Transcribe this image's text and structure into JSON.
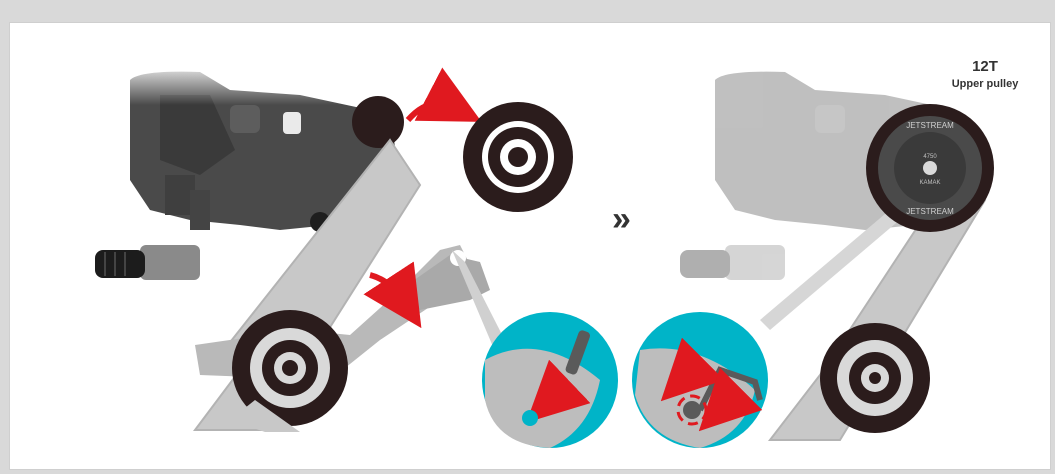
{
  "upper_pulley_label": {
    "size": "12T",
    "name": "Upper pulley"
  },
  "pulley_face_text": {
    "ring_text_top": "JETSTREAM",
    "ring_text_bottom": "JETSTREAM",
    "inner_text_top": "4750",
    "inner_text_bottom": "KAMAK"
  },
  "step_arrow": "»",
  "colors": {
    "background": "#d9d9d9",
    "panel": "#ffffff",
    "derailleur_body": "#4a4a4a",
    "cage_plate": "#c8c8c8",
    "pulley_dark": "#2b1c1c",
    "arrow_red": "#e0191f",
    "detail_cyan": "#00b4c8"
  },
  "icons": [
    "red-curved-arrow",
    "double-chevron-right-icon",
    "allen-key-icon"
  ]
}
